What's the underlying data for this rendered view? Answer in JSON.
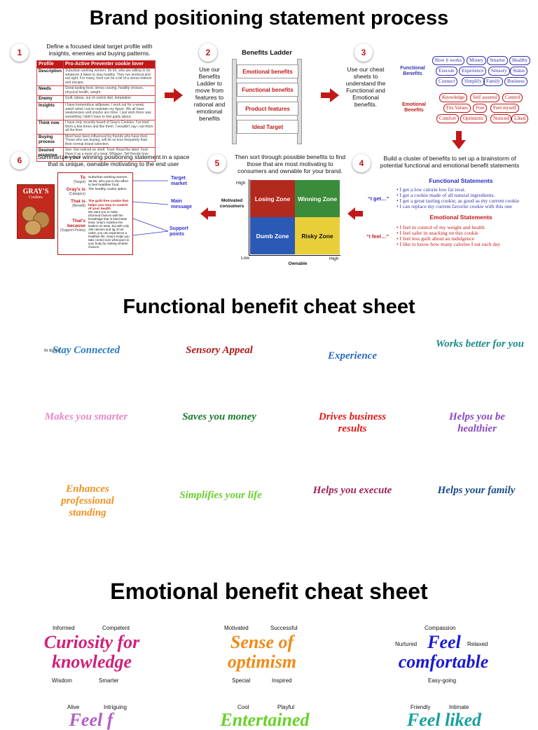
{
  "titles": {
    "main": "Brand positioning statement process",
    "functional": "Functional benefit cheat sheet",
    "emotional": "Emotional benefit cheat sheet"
  },
  "steps": {
    "s1": {
      "num": "1",
      "caption": "Define a focused ideal target profile with insights, enemies and buying patterns."
    },
    "s2": {
      "num": "2",
      "caption": "Use our Benefits Ladder to move from features to rational and emotional benefits"
    },
    "s3": {
      "num": "3",
      "caption": "Use our cheat sheets to understand the Functional and Emotional benefits."
    },
    "s4": {
      "num": "4",
      "caption": "Build a cluster of benefits to set up a brainstorm of potential functional and emotional benefit statements"
    },
    "s5": {
      "num": "5",
      "caption": "Then sort through possible benefits to find those that are most motivating to consumers and ownable for your brand."
    },
    "s6": {
      "num": "6",
      "caption": "Summarize your winning positioning statement in a space that is unique, ownable motivating to the end user"
    }
  },
  "profile": {
    "header_key": "Profile",
    "header_val": "Pro-Active Preventer cookie lover",
    "rows": [
      {
        "k": "Description",
        "v": "Suburban working women, 35-50, who are willing to do whatever it takes to stay healthy. They run workout and eat right. For many, food can be a bit of a stress-reliever and escape."
      },
      {
        "k": "Needs",
        "v": "Great tasting food, stress craving, healthy choices, physical health, weight"
      },
      {
        "k": "Enemy",
        "v": "Guilt, labour, out of control diet, temptation"
      },
      {
        "k": "Insights",
        "v": "I have tremendous willpower. I work out for a week, watch what I eat to maintain my figure. We all have weaknesses and snacks are mine. I just wish there was something I didn't have to feel guilty about."
      },
      {
        "k": "Think now",
        "v": "I have only recently heard of Gray's Cookies. I've tried them a few times and like them. I wouldn't say I eat them all the time."
      },
      {
        "k": "Buying process",
        "v": "Most have been influenced by friends who have tried. Those who are buying, will do so less frequently than their normal brand selection."
      },
      {
        "k": "Desired response",
        "v": "See: Get noticed on shelf. Trust: Read the label. Feel: Have it as a more of a treat. Whisper: Tell friends how they like it."
      }
    ]
  },
  "ladder": {
    "title": "Benefits Ladder",
    "rungs": [
      "Emotional benefits",
      "Functional benefits",
      "Product features",
      "Ideal Target"
    ]
  },
  "cluster": {
    "functional_label": "Functional Benefits",
    "emotional_label": "Emotional Benefits",
    "functional_pills": [
      "How it works",
      "Money",
      "Smarter",
      "Healthy",
      "Execute",
      "Experience",
      "Sensory",
      "Status",
      "Connect",
      "Simplify",
      "Family",
      "Business"
    ],
    "emotional_pills": [
      "Knowledge",
      "Self assured",
      "Control",
      "Fits Values",
      "Free",
      "Feel myself",
      "Comfort",
      "Optimistic",
      "Noticed",
      "Liked"
    ]
  },
  "statements": {
    "functional_title": "Functional Statements",
    "functional_prompt": "“I get…”",
    "functional": [
      "• I get a low calorie low fat treat.",
      "• I get a cookie made of all natural ingredients.",
      "• I get a great tasting cookie, as good as my current cookie",
      "• I can replace my current favorite cookie with this one"
    ],
    "emotional_title": "Emotional Statements",
    "emotional_prompt": "“I feel…”",
    "emotional": [
      "• I feel in control of my weight and health",
      "• I feel safer in snacking on this cookie",
      "• I feel less guilt about an indulgence",
      "• I like to know how many calories I eat each day"
    ]
  },
  "matrix": {
    "y_high": "High",
    "y_label": "Motivated consumers",
    "x_low": "Low",
    "x_high": "High",
    "x_label": "Ownable",
    "zones": {
      "losing": "Losing Zone",
      "winning": "Winning Zone",
      "dumb": "Dumb Zone",
      "risky": "Risky Zone"
    },
    "colors": {
      "losing": "#b22a1e",
      "winning": "#3a8c3a",
      "dumb": "#2a5ab5",
      "risky": "#e8cf3a"
    }
  },
  "positioning": {
    "box_brand": "GRAY'S",
    "box_sub": "Cookies",
    "rows": [
      {
        "tag": "To",
        "sub": "(Target)",
        "text": "Suburban working women, 35-50, who put in the effort to feel healthier food"
      },
      {
        "tag": "Gray's is",
        "sub": "(Category)",
        "text": "The healthy cookie option"
      },
      {
        "tag": "That is",
        "sub": "(Benefit)",
        "text": "The guilt-free cookie that helps you stay in control of your health"
      },
      {
        "tag": "That's because",
        "sub": "(Support Points)",
        "text": "We want you to make informed choices with the knowledge that in blind taste tests, Gray's matches the leaders on taste, but with only 100 calories and 3g of net carbs, you can experience a healthier life. Gray's helps you take control over what goes in your body by making smarter choices."
      }
    ],
    "labels": {
      "target": "Target market",
      "main": "Main message",
      "support": "Support points"
    }
  },
  "functional_sheet": {
    "in_touch": "In touch",
    "items": [
      {
        "text": "Stay Connected",
        "color": "#2a7ac0"
      },
      {
        "text": "Sensory Appeal",
        "color": "#b01818"
      },
      {
        "text": "Experience",
        "color": "#2a6ac0"
      },
      {
        "text": "Works better for you",
        "color": "#1a8a8a"
      },
      {
        "text": "Makes you smarter",
        "color": "#e888c8"
      },
      {
        "text": "Saves you money",
        "color": "#1a7a2a"
      },
      {
        "text": "Drives business results",
        "color": "#e01818"
      },
      {
        "text": "Helps you be healthier",
        "color": "#8a4ac0"
      },
      {
        "text": "Enhances professional standing",
        "color": "#f09020"
      },
      {
        "text": "Simplifies your life",
        "color": "#6ad02a"
      },
      {
        "text": "Helps you execute",
        "color": "#a0205a"
      },
      {
        "text": "Helps your family",
        "color": "#1a4a8a"
      }
    ]
  },
  "emotional_sheet": {
    "curiosity": {
      "line1": "Curiosity for",
      "line2": "knowledge",
      "color": "#d0207a",
      "tl": "Informed",
      "tr": "Competent",
      "bl": "Wisdom",
      "br": "Smarter"
    },
    "optimism": {
      "line1": "Sense of",
      "line2": "optimism",
      "color": "#f08a18",
      "tl": "Motivated",
      "tr": "Successful",
      "bl": "Special",
      "br": "Inspired"
    },
    "comfortable": {
      "line1": "Feel",
      "line2": "comfortable",
      "color": "#1a1ad0",
      "top": "Compassion",
      "left": "Nurtured",
      "right": "Relaxed",
      "bottom": "Easy-going"
    },
    "row2": [
      {
        "tl": "Alive",
        "tr": "Intriguing",
        "partial": "Feel f",
        "color": "#b060c0"
      },
      {
        "tl": "Cool",
        "tr": "Playful",
        "partial": "Entertained",
        "color": "#6ad02a"
      },
      {
        "tl": "Friendly",
        "tr": "Intimate",
        "partial": "Feel liked",
        "color": "#18a0a0"
      }
    ]
  }
}
